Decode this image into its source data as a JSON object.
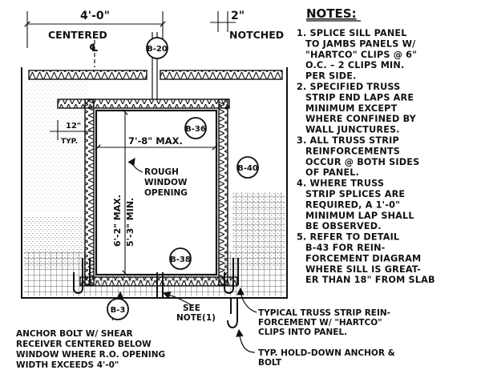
{
  "dimensions": {
    "width_top": "4'-0\"",
    "centered": "CENTERED",
    "centerline": "℄",
    "notch_width": "2\"",
    "notched": "NOTCHED",
    "twelve_inch": "12\"",
    "typ": "TYP.",
    "opening_width": "7'-8\" MAX.",
    "height_max": "6'-2\" MAX.",
    "height_min": "5'-3\" MIN."
  },
  "labels": {
    "rough_opening": [
      "ROUGH",
      "WINDOW",
      "OPENING"
    ],
    "see_note": [
      "SEE",
      "NOTE(1)"
    ],
    "anchor_bolt": [
      "ANCHOR BOLT W/ SHEAR",
      "RECEIVER CENTERED BELOW",
      "WINDOW WHERE R.O. OPENING",
      "WIDTH EXCEEDS 4'-0\""
    ],
    "typical_truss": [
      "TYPICAL TRUSS STRIP REIN-",
      "FORCEMENT W/ \"HARTCO\"",
      "CLIPS INTO PANEL."
    ],
    "hold_down": [
      "TYP. HOLD-DOWN ANCHOR &",
      "BOLT"
    ]
  },
  "bubbles": {
    "b20": "B-20",
    "b36": "B-36",
    "b40": "B-40",
    "b38": "B-38",
    "b3": "B-3"
  },
  "notes": {
    "title": "NOTES:",
    "lines": [
      "1. SPLICE SILL PANEL",
      "TO JAMBS PANELS W/",
      "\"HARTCO\" CLIPS @ 6\"",
      "O.C. – 2 CLIPS MIN.",
      "PER SIDE.",
      "2. SPECIFIED TRUSS",
      "STRIP END LAPS ARE",
      "MINIMUM EXCEPT",
      "WHERE CONFINED BY",
      "WALL JUNCTURES.",
      "3. ALL TRUSS STRIP",
      "REINFORCEMENTS",
      "OCCUR @ BOTH SIDES",
      "OF PANEL.",
      "4. WHERE TRUSS",
      "STRIP SPLICES ARE",
      "REQUIRED, A 1'-0\"",
      "MINIMUM LAP SHALL",
      "BE OBSERVED.",
      "5. REFER TO DETAIL",
      "B-43 FOR REIN-",
      "FORCEMENT DIAGRAM",
      "WHERE SILL IS GREAT-",
      "ER THAN 18\" FROM SLAB"
    ]
  }
}
